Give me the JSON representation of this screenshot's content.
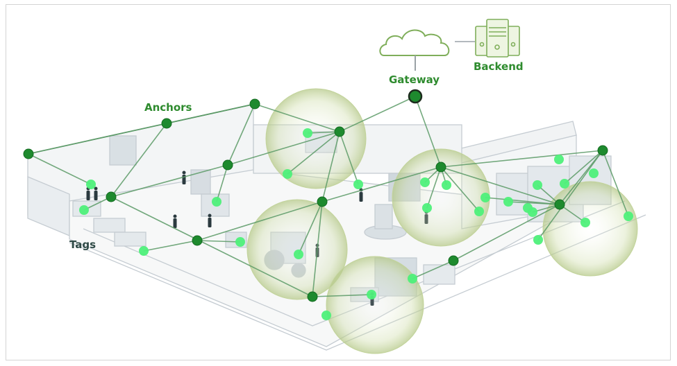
{
  "labels": {
    "anchors": "Anchors",
    "tags": "Tags",
    "gateway": "Gateway",
    "backend": "Backend"
  },
  "colors": {
    "anchor": "#1e8a2e",
    "tag": "#4ef07a",
    "link": "#5b9a66",
    "label_green": "#2e8b2e",
    "label_dark": "#2f4a46",
    "sphere": "#c9d9a0",
    "structure": "#c5ccd2"
  },
  "nodes": {
    "gateway": {
      "id": "gateway",
      "type": "gateway"
    },
    "anchors": [
      {
        "id": "a1"
      },
      {
        "id": "a2"
      },
      {
        "id": "a3"
      },
      {
        "id": "a4"
      },
      {
        "id": "a5"
      },
      {
        "id": "a6"
      },
      {
        "id": "a7"
      },
      {
        "id": "a8"
      },
      {
        "id": "a9"
      },
      {
        "id": "a10"
      },
      {
        "id": "a11"
      },
      {
        "id": "a12"
      },
      {
        "id": "a13"
      }
    ],
    "tags_count": 27
  },
  "icons": [
    "cloud-icon",
    "server-rack-icon"
  ]
}
